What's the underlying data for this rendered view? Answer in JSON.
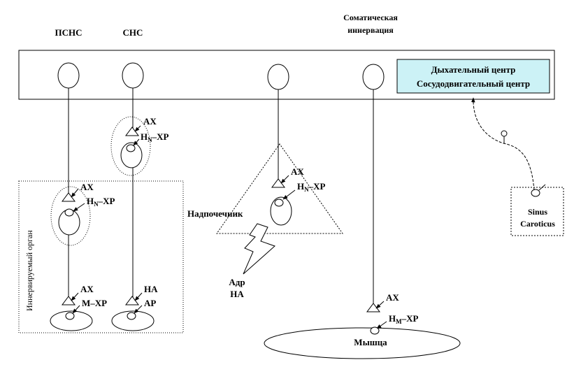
{
  "header": {
    "psns": "ПСНС",
    "sns": "СНС",
    "somatic_line1": "Соматическая",
    "somatic_line2": "иннервация"
  },
  "center_box": {
    "line1": "Дыхательный центр",
    "line2": "Сосудодвигательный центр"
  },
  "organ_label": "Иннервируемый орган",
  "adrenal_label": "Надпочечник",
  "muscle_label": "Мышца",
  "sinus": {
    "line1": "Sinus",
    "line2": "Caroticus"
  },
  "release": {
    "line1": "Адр",
    "line2": "НА"
  },
  "markers": {
    "ax": "АХ",
    "ha": "НА",
    "ar": "АР",
    "h_prefix": "Н",
    "n_sub": "N",
    "m_sub": "М",
    "xp_suffix": "–ХР",
    "m_xp": "М–ХР"
  },
  "colors": {
    "line": "#000000",
    "center_box_fill": "#ccf2f6",
    "background": "#ffffff"
  },
  "icons": {
    "synapse": "triangle-terminal-icon",
    "neuron": "ellipse-cell-icon",
    "release": "lightning-bolt-icon"
  }
}
